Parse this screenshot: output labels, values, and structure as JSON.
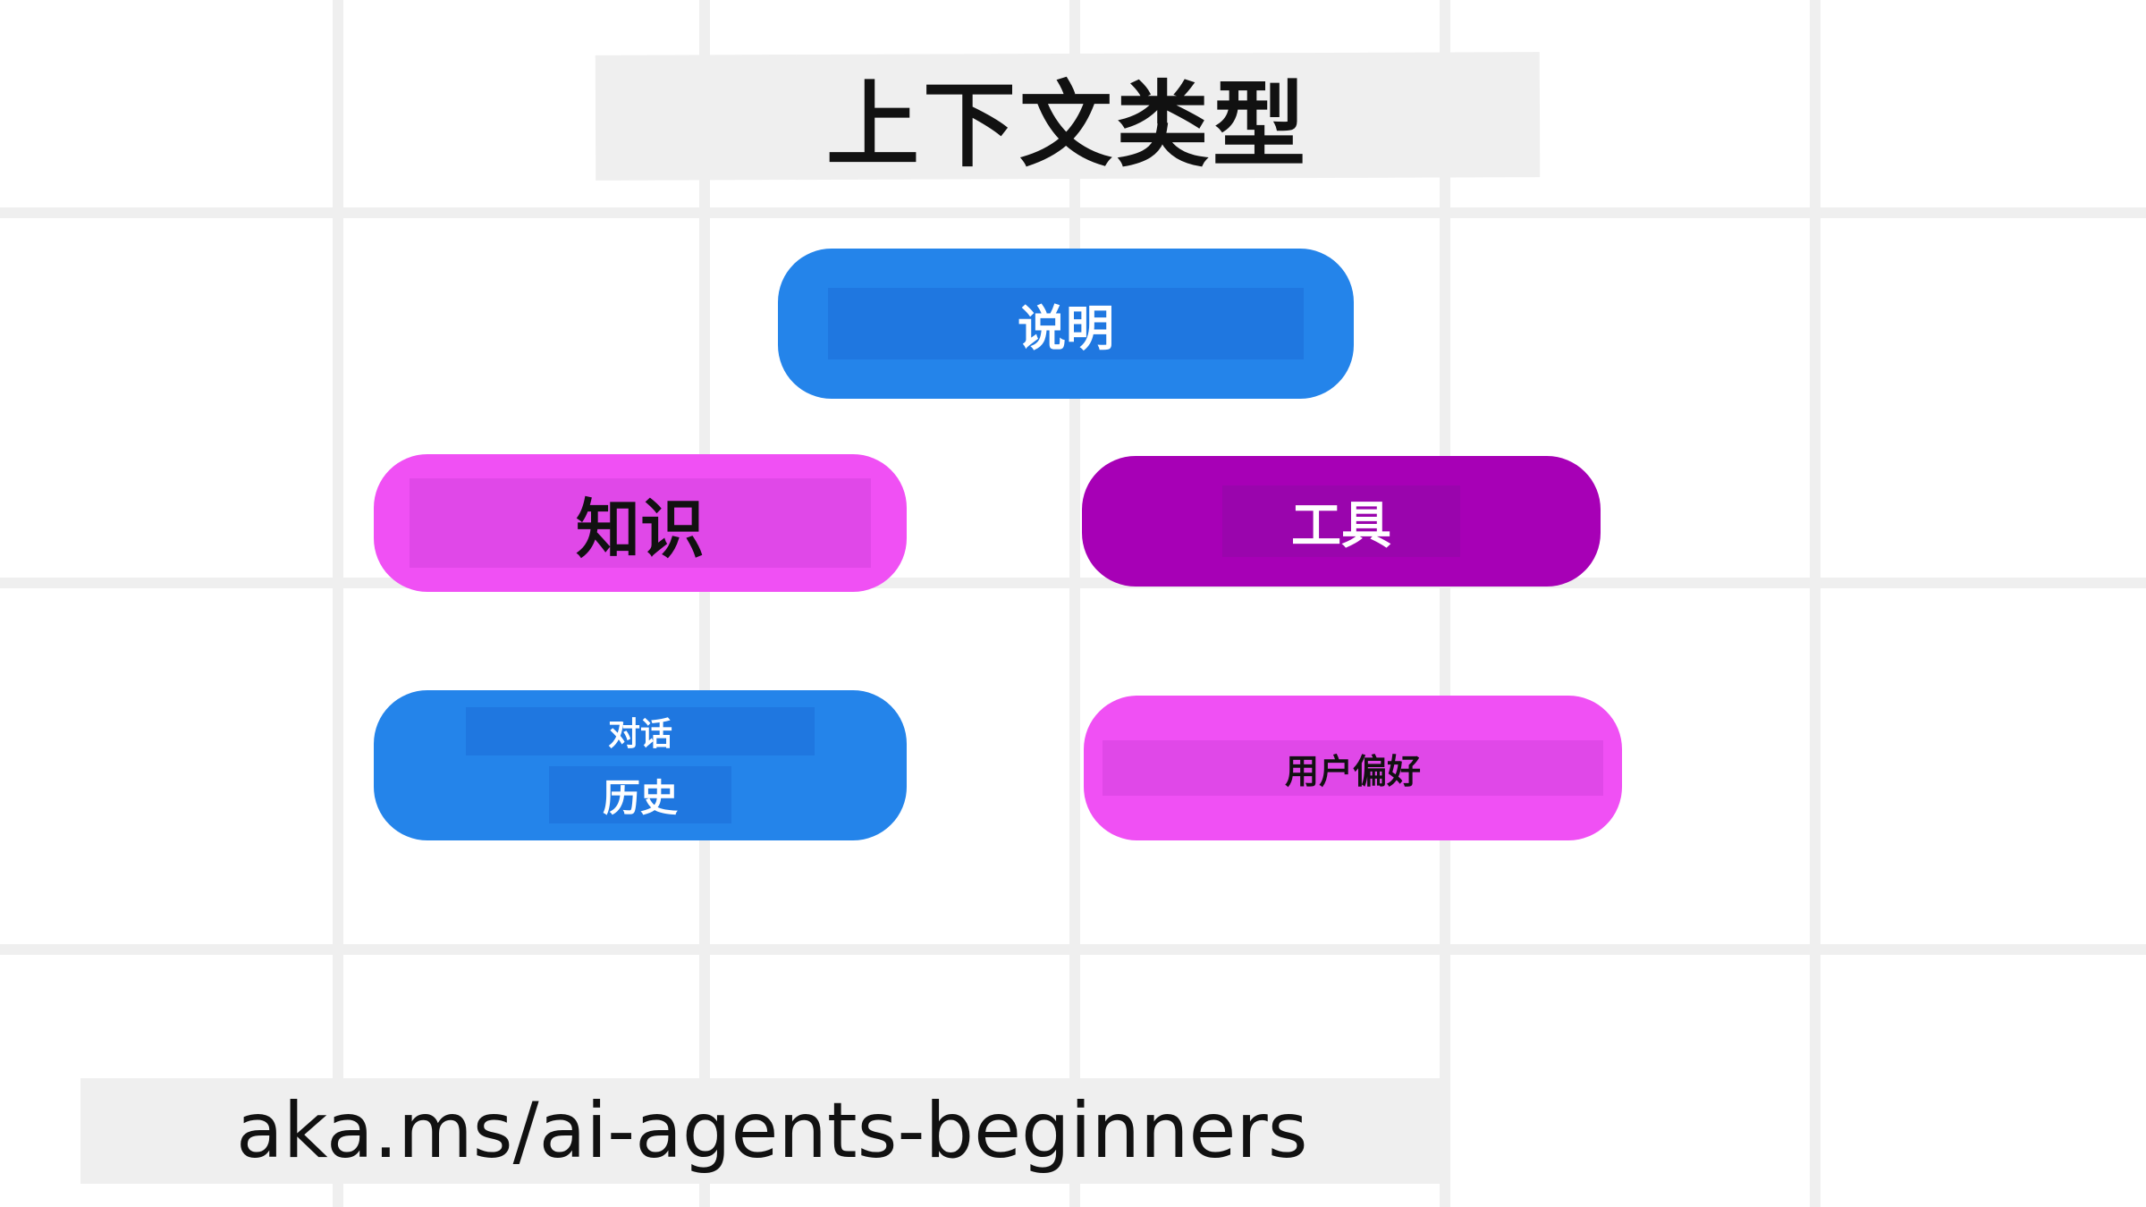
{
  "title": "上下文类型",
  "nodes": {
    "instructions": "说明",
    "knowledge": "知识",
    "tools": "工具",
    "conversation_line1": "对话",
    "conversation_line2": "历史",
    "user_preferences": "用户偏好"
  },
  "footer_link": "aka.ms/ai-agents-beginners",
  "colors": {
    "blue": "#2484ea",
    "pink": "#f050f4",
    "purple": "#a700b6",
    "grid": "#efefef"
  }
}
